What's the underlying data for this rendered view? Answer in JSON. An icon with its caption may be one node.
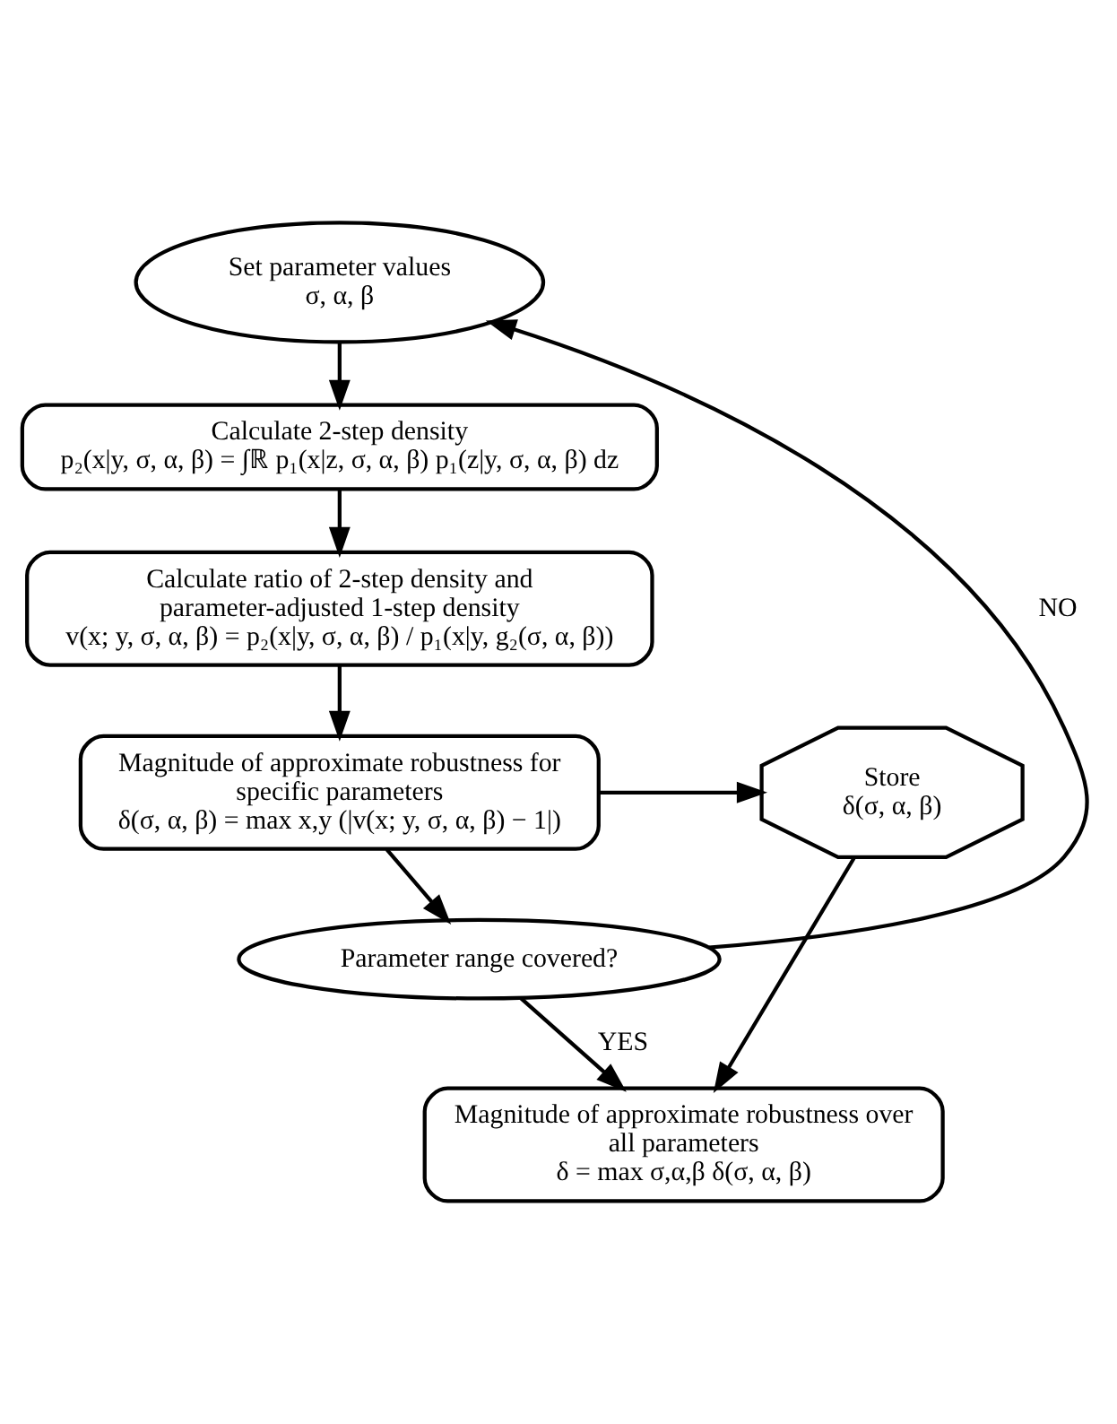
{
  "diagram": {
    "nodes": [
      {
        "text": [
          "Set parameter values",
          "σ, α, β"
        ]
      },
      {
        "text": [
          "Calculate 2-step density",
          "p₂(x|y, σ, α, β) = ∫ℝ p₁(x|z, σ, α, β) p₁(z|y, σ, α, β) dz"
        ]
      },
      {
        "text": [
          "Calculate ratio of 2-step density and parameter-adjusted 1-step density",
          "v(x; y, σ, α, β) = p₂(x|y, σ, α, β) / p₁(x|y, g₂(σ, α, β))"
        ]
      },
      {
        "text": [
          "Magnitude of approximate robustness for specific parameters",
          "δ(σ, α, β) = max x,y (|v(x; y, σ, α, β) − 1|)"
        ]
      },
      {
        "text": [
          "Store",
          "δ(σ, α, β)"
        ]
      },
      {
        "text": [
          "Parameter range covered?"
        ]
      },
      {
        "text": [
          "Magnitude of approximate robustness over all parameters",
          "δ = max σ,α,β δ(σ, α, β)"
        ]
      }
    ],
    "edges": [
      {
        "from": 0,
        "to": 1,
        "arrow": "to"
      },
      {
        "from": 1,
        "to": 2,
        "arrow": "to"
      },
      {
        "from": 2,
        "to": 3,
        "arrow": "to"
      },
      {
        "from": 3,
        "to": 5,
        "arrow": "to"
      },
      {
        "from": 5,
        "to": 0,
        "arrow": "to",
        "label": "NO"
      },
      {
        "from": 5,
        "to": 6,
        "arrow": "to",
        "label": "YES"
      },
      {
        "from": 3,
        "to": 4,
        "arrow": "to"
      },
      {
        "from": 4,
        "to": 6,
        "arrow": "to"
      }
    ]
  }
}
